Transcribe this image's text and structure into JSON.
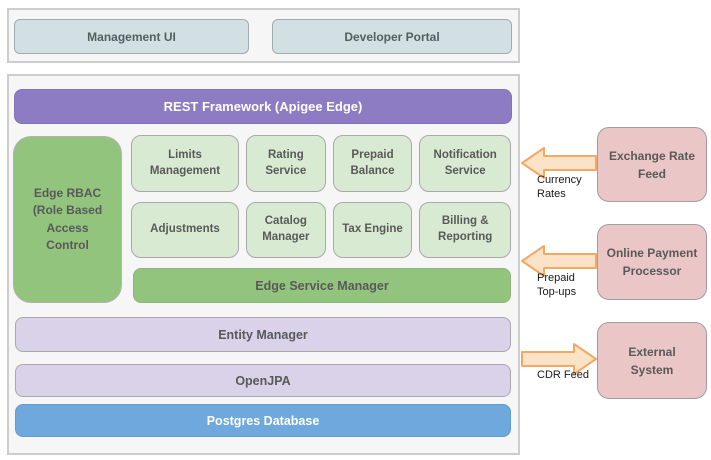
{
  "top_section": {
    "boxes": [
      {
        "label": "Management UI"
      },
      {
        "label": "Developer Portal"
      }
    ]
  },
  "main_section": {
    "header": "REST Framework (Apigee Edge)",
    "rbac_label": "Edge RBAC (Role Based Access Control",
    "services_row1": [
      "Limits Management",
      "Rating Service",
      "Prepaid Balance",
      "Notification Service"
    ],
    "services_row2": [
      "Adjustments",
      "Catalog Manager",
      "Tax Engine",
      "Billing & Reporting"
    ],
    "service_manager": "Edge Service Manager",
    "layers": [
      "Entity Manager",
      "OpenJPA"
    ],
    "database": "Postgres Database"
  },
  "external_systems": [
    {
      "label": "Exchange Rate Feed",
      "arrow_label": "Currency Rates",
      "arrow_direction": "left"
    },
    {
      "label": "Online Payment Processor",
      "arrow_label": "Prepaid Top-ups",
      "arrow_direction": "left"
    },
    {
      "label": "External System",
      "arrow_label": "CDR Feed",
      "arrow_direction": "right"
    }
  ],
  "colors": {
    "container_bg": "#f6f6f6",
    "container_border": "#cdcdcd",
    "top_box": "#d2e0e3",
    "purple_bar": "#8d7bc3",
    "green_strong": "#93c47d",
    "green_light": "#d9ead3",
    "purple_light": "#d9d2e9",
    "blue_bar": "#6fa8dc",
    "pink_box": "#eac7c6",
    "arrow_fill": "#fce3c7",
    "arrow_stroke": "#f2a964",
    "label_gray": "#595959"
  }
}
